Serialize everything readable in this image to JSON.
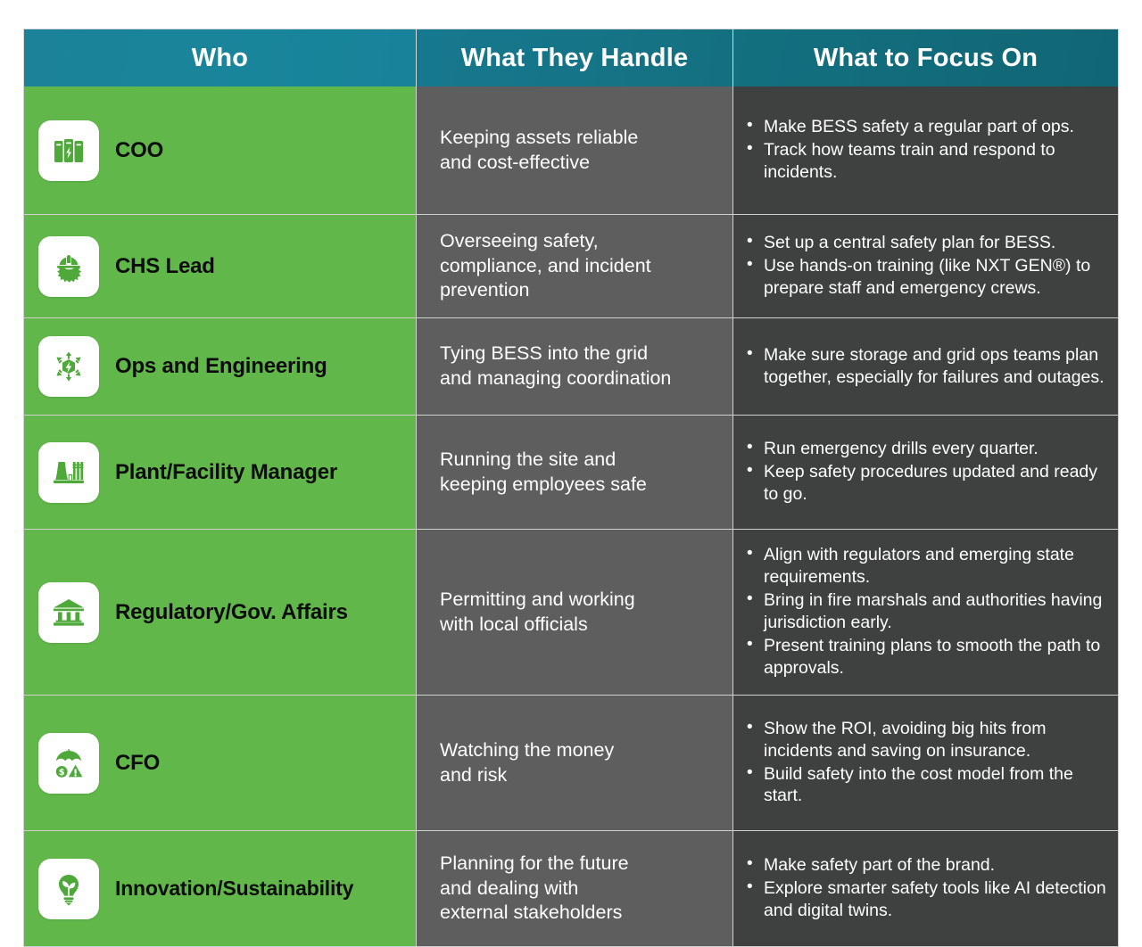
{
  "header": {
    "columns": [
      {
        "label": "Who",
        "accent": "#17829a"
      },
      {
        "label": "What They Handle",
        "accent": "#14707f"
      },
      {
        "label": "What to Focus On",
        "accent": "#116675"
      }
    ]
  },
  "colors": {
    "green": "#61b74a",
    "mid_gray": "#5e5e5e",
    "dark_gray": "#3f4040",
    "header_teal_light": "#1b8299",
    "header_teal_dark": "#116675",
    "border": "#d0d0d0",
    "icon_tile": "#ffffff",
    "text_light": "#ffffff",
    "text_dark": "#0c0c0c"
  },
  "rows": [
    {
      "who": "COO",
      "icon": "battery-containers-icon",
      "handle": "Keeping assets reliable\nand cost-effective",
      "focus": [
        "Make BESS safety a regular part of ops.",
        "Track how teams train and respond to incidents."
      ]
    },
    {
      "who": "CHS Lead",
      "icon": "hard-hat-gear-icon",
      "handle": "Overseeing safety,\ncompliance, and incident\nprevention",
      "focus": [
        "Set up a central safety plan for BESS.",
        "Use hands-on training (like NXT GEN®) to prepare staff and emergency crews."
      ]
    },
    {
      "who": "Ops and Engineering",
      "icon": "energy-cube-arrows-icon",
      "handle": "Tying BESS into the grid\nand managing coordination",
      "focus": [
        "Make sure storage and grid ops teams plan together, especially for failures and outages."
      ]
    },
    {
      "who": "Plant/Facility Manager",
      "icon": "power-plant-icon",
      "handle": "Running the site and\nkeeping employees safe",
      "focus": [
        "Run emergency drills every quarter.",
        "Keep safety procedures updated and ready to go."
      ]
    },
    {
      "who": "Regulatory/Gov. Affairs",
      "icon": "government-building-icon",
      "handle": "Permitting and working\nwith local officials",
      "focus": [
        "Align with regulators and emerging state requirements.",
        "Bring in fire marshals and authorities having jurisdiction early.",
        "Present training plans to smooth the path to approvals."
      ]
    },
    {
      "who": "CFO",
      "icon": "umbrella-money-risk-icon",
      "handle": "Watching the money\nand risk",
      "focus": [
        "Show the ROI, avoiding big hits from incidents and saving on insurance.",
        "Build safety into the cost model from the start."
      ]
    },
    {
      "who": "Innovation/Sustainability",
      "icon": "lightbulb-leaf-icon",
      "handle": "Planning for the future\nand dealing with\nexternal stakeholders",
      "focus": [
        "Make safety part of the brand.",
        "Explore smarter safety tools like AI detection and digital twins."
      ]
    }
  ]
}
